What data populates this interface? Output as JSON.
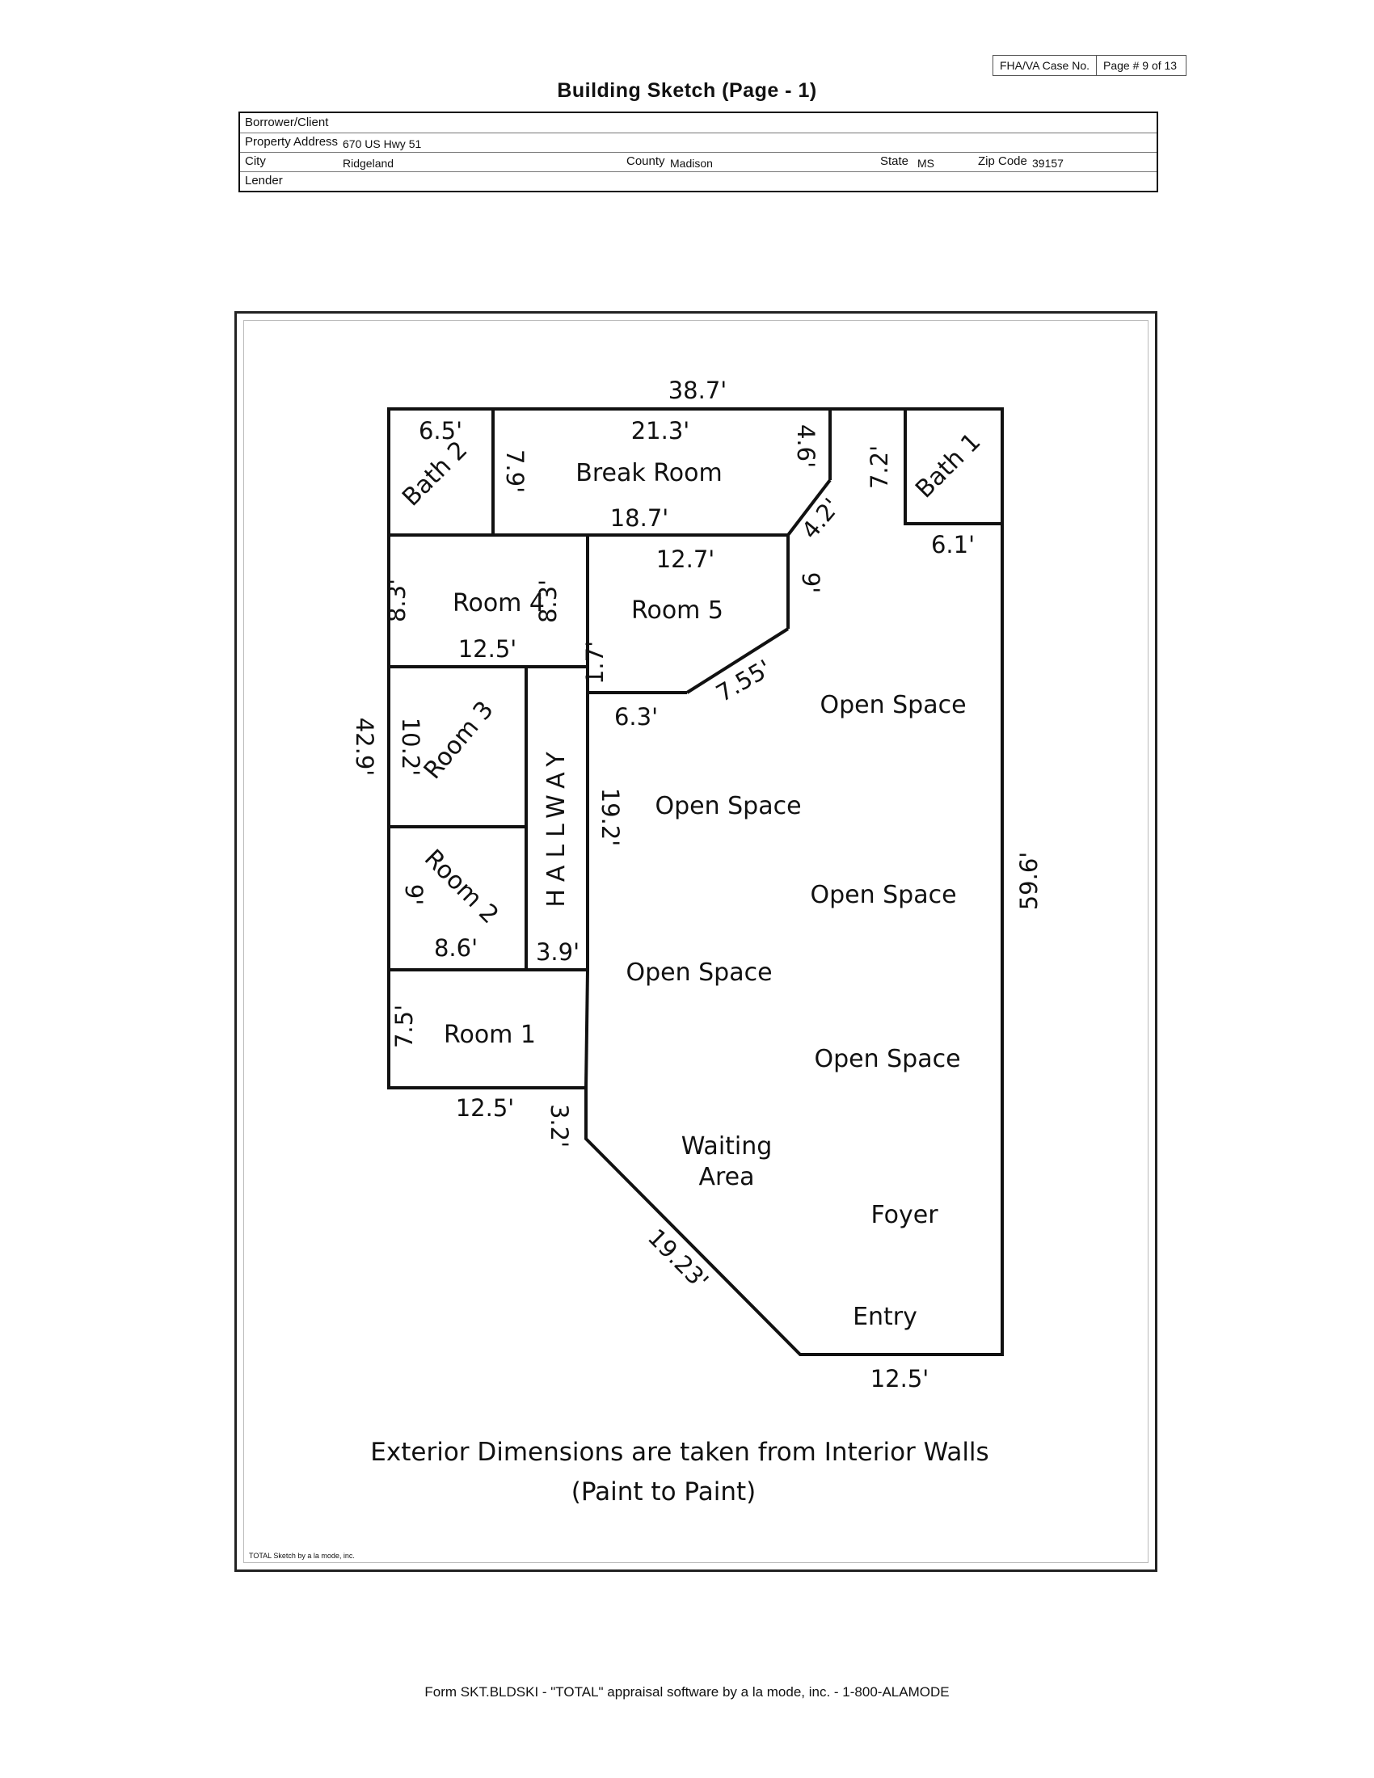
{
  "header": {
    "case_label": "FHA/VA Case No.",
    "page_label": "Page # 9 of 13",
    "title": "Building Sketch (Page - 1)"
  },
  "info": {
    "borrower_label": "Borrower/Client",
    "address_label": "Property Address",
    "address_value": "670 US Hwy 51",
    "city_label": "City",
    "city_value": "Ridgeland",
    "county_label": "County",
    "county_value": "Madison",
    "state_label": "State",
    "state_value": "MS",
    "zip_label": "Zip Code",
    "zip_value": "39157",
    "lender_label": "Lender"
  },
  "sketch": {
    "rooms": {
      "bath2": "Bath 2",
      "break_room": "Break Room",
      "bath1": "Bath 1",
      "room4": "Room 4",
      "room5": "Room 5",
      "room3": "Room 3",
      "hallway": "HALLWAY",
      "room2": "Room 2",
      "room1": "Room 1",
      "open_space": "Open Space",
      "waiting_line1": "Waiting",
      "waiting_line2": "Area",
      "foyer": "Foyer",
      "entry": "Entry"
    },
    "dims": {
      "top_overall": "38.7'",
      "bath2_w": "6.5'",
      "break_top": "21.3'",
      "break_h": "7.9'",
      "break_bottom": "18.7'",
      "break_right": "4.6'",
      "corridor_h": "7.2'",
      "break_diag": "4.2'",
      "bath1_w": "6.1'",
      "room5_top": "12.7'",
      "room5_right": "9'",
      "room4_left": "8.3'",
      "room4_right": "8.3'",
      "room4_w": "12.5'",
      "room5_left": "1.7'",
      "room5_diag": "7.55'",
      "room5_bottom": "6.3'",
      "left_overall": "42.9'",
      "room3_h": "10.2'",
      "open_left": "19.2'",
      "right_overall": "59.6'",
      "room2_h": "9'",
      "room2_w": "8.6'",
      "hall_w": "3.9'",
      "room1_h": "7.5'",
      "room1_w": "12.5'",
      "jog_h": "3.2'",
      "diag_long": "19.23'",
      "bottom_w": "12.5'"
    },
    "note_line1": "Exterior Dimensions are taken from Interior Walls",
    "note_line2": "(Paint to Paint)",
    "credit": "TOTAL Sketch by a la mode, inc."
  },
  "footer": "Form SKT.BLDSKI - \"TOTAL\" appraisal software by a la mode, inc. - 1-800-ALAMODE"
}
